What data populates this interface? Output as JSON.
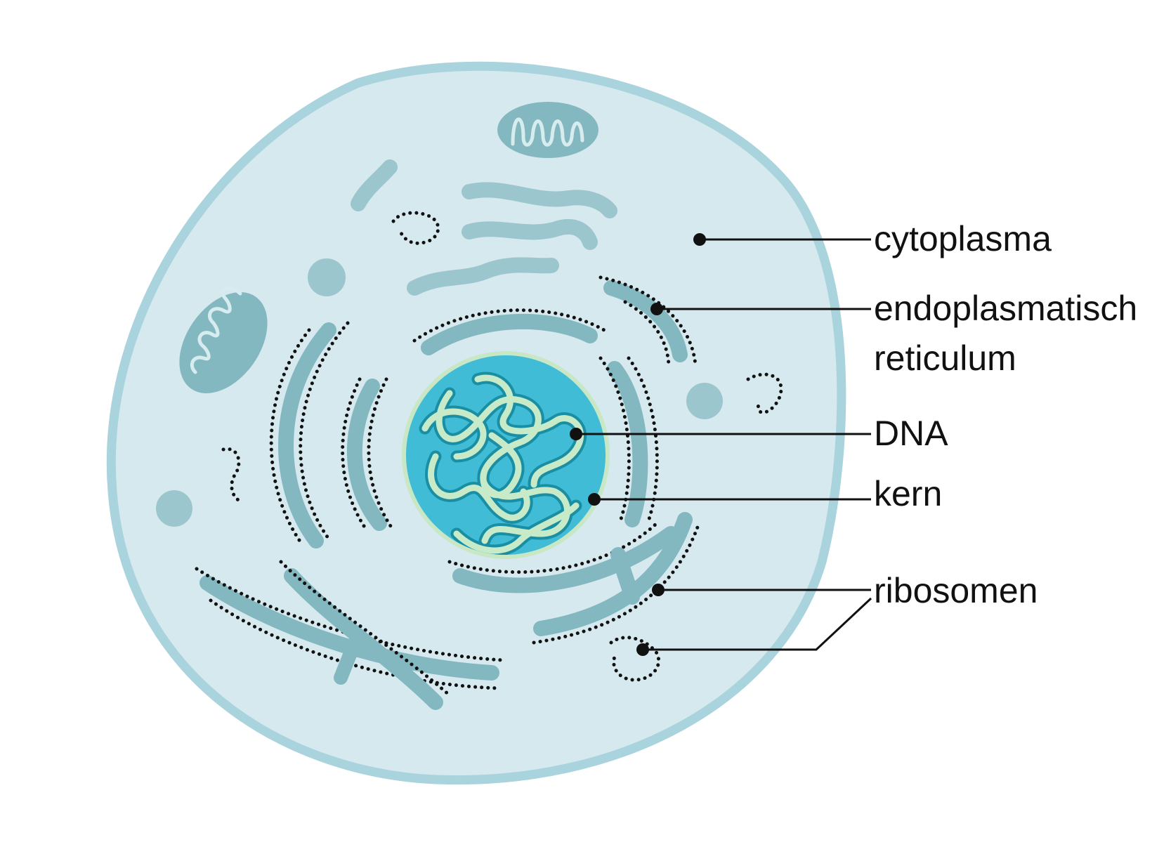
{
  "labels": {
    "cytoplasma": "cytoplasma",
    "er_line1": "endoplasmatisch",
    "er_line2": "reticulum",
    "dna": "DNA",
    "kern": "kern",
    "ribosomen": "ribosomen"
  },
  "colors": {
    "cytoplasm_fill": "#d6e9ee",
    "membrane": "#a9d3dd",
    "organelle": "#84b8c1",
    "nucleus": "#41bcd6",
    "nucleus_edge": "#c8e7c5",
    "dna_strand": "#c7ebc9",
    "dna_outline": "#1a8fa3",
    "leader_line": "#111111"
  }
}
